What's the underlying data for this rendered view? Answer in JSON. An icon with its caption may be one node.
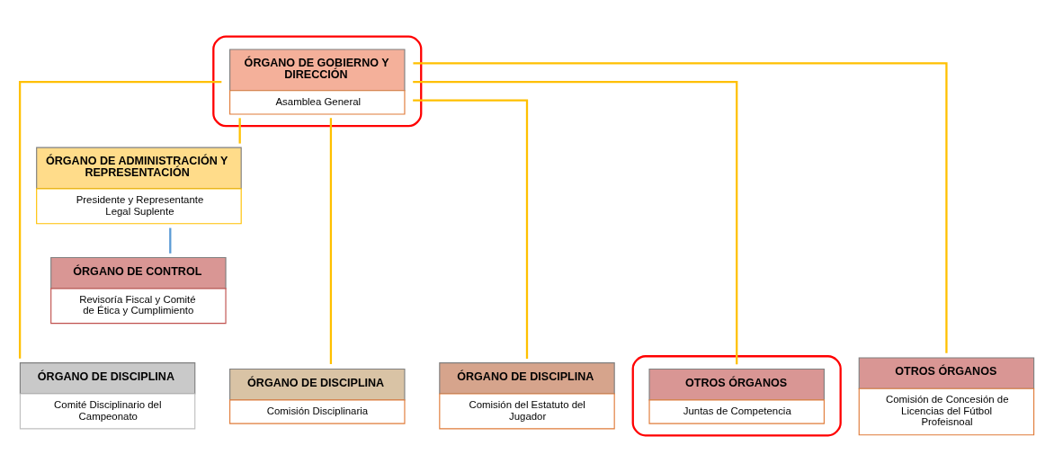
{
  "diagram": {
    "nodes": [
      {
        "text": [],
        "shape": "ellipse"
      },
      {
        "text": [
          "ÓRGANO DE GOBIERNO Y DIRECCIÓN",
          "Asamblea General"
        ],
        "in": 0
      },
      {
        "text": [
          "ÓRGANO DE ADMINISTRACIÓN Y REPRESENTACIÓN",
          "Presidente y Representante Legal Suplente"
        ]
      },
      {
        "text": [
          "ÓRGANO DE CONTROL",
          "Revisoría Fiscal y Comité de Ética y Cumplimiento"
        ]
      },
      {
        "text": [
          "ÓRGANO DE DISCIPLINA",
          "Comité Disciplinario del Campeonato"
        ]
      },
      {
        "text": [
          "ÓRGANO DE DISCIPLINA",
          "Comisión Disciplinaria"
        ]
      },
      {
        "text": [
          "ÓRGANO DE DISCIPLINA",
          "Comisión del Estatuto del Jugador"
        ]
      },
      {
        "text": [],
        "shape": "ellipse"
      },
      {
        "text": [
          "OTROS ÓRGANOS",
          "Juntas de Competencia"
        ],
        "in": 7
      },
      {
        "text": [
          "OTROS ÓRGANOS",
          "Comisión de Concesión de Licencias del Fútbol Profeisnoal"
        ]
      }
    ],
    "edges": [
      {
        "from": 1,
        "to": 2,
        "arrow": "none"
      },
      {
        "from": 2,
        "to": 3,
        "arrow": "none",
        "color": "#5b9bd5"
      },
      {
        "from": 1,
        "to": 4,
        "arrow": "none"
      },
      {
        "from": 1,
        "to": 5,
        "arrow": "none"
      },
      {
        "from": 1,
        "to": 6,
        "arrow": "none"
      },
      {
        "from": 1,
        "to": 8,
        "arrow": "none"
      },
      {
        "from": 1,
        "to": 9,
        "arrow": "none"
      }
    ]
  }
}
